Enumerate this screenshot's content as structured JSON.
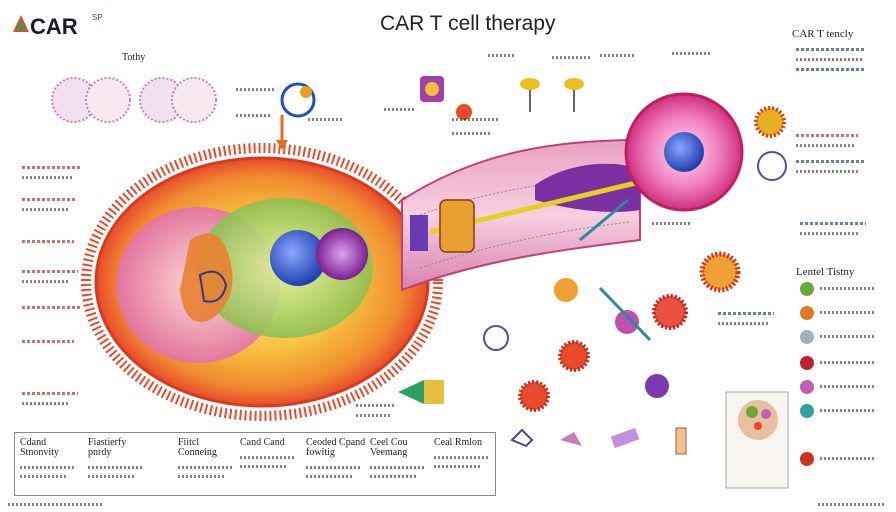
{
  "header": {
    "title": "CAR T cell therapy",
    "logo_text": "CAR",
    "logo_sub": "SP"
  },
  "labels": {
    "top_left_heading": "Tothy",
    "top_right_heading": "CAR T tencly",
    "right_legend_heading": "Lentel Tistny",
    "bottom_col1_heading": "Cdand Stnonvity",
    "bottom_col2_heading": "Fiastierfy pnrdy",
    "bottom_col3_heading": "Fiitcl Conneing",
    "bottom_col4_heading": "Cand Cand",
    "bottom_col5_heading": "Ceoded Cpand fowitig",
    "bottom_col6_heading": "Ceel Cou Veemang",
    "bottom_col7_heading": "Ceal Rmlon"
  },
  "legend": {
    "colors": [
      "#6aa83a",
      "#e07a20",
      "#a0b0c0",
      "#c02030",
      "#c060b0",
      "#30a0a0",
      "#d03020"
    ]
  },
  "colors": {
    "membrane": "#e84a2a",
    "cytoplasm": "#f4a83a",
    "nucleus_blue": "#3a5fd0",
    "green_region": "#b8d86a",
    "pink_region": "#f090c0",
    "purple_region": "#9a3ab0",
    "receptor_yellow": "#e8c020",
    "arrow_teal": "#2a8aa0"
  }
}
